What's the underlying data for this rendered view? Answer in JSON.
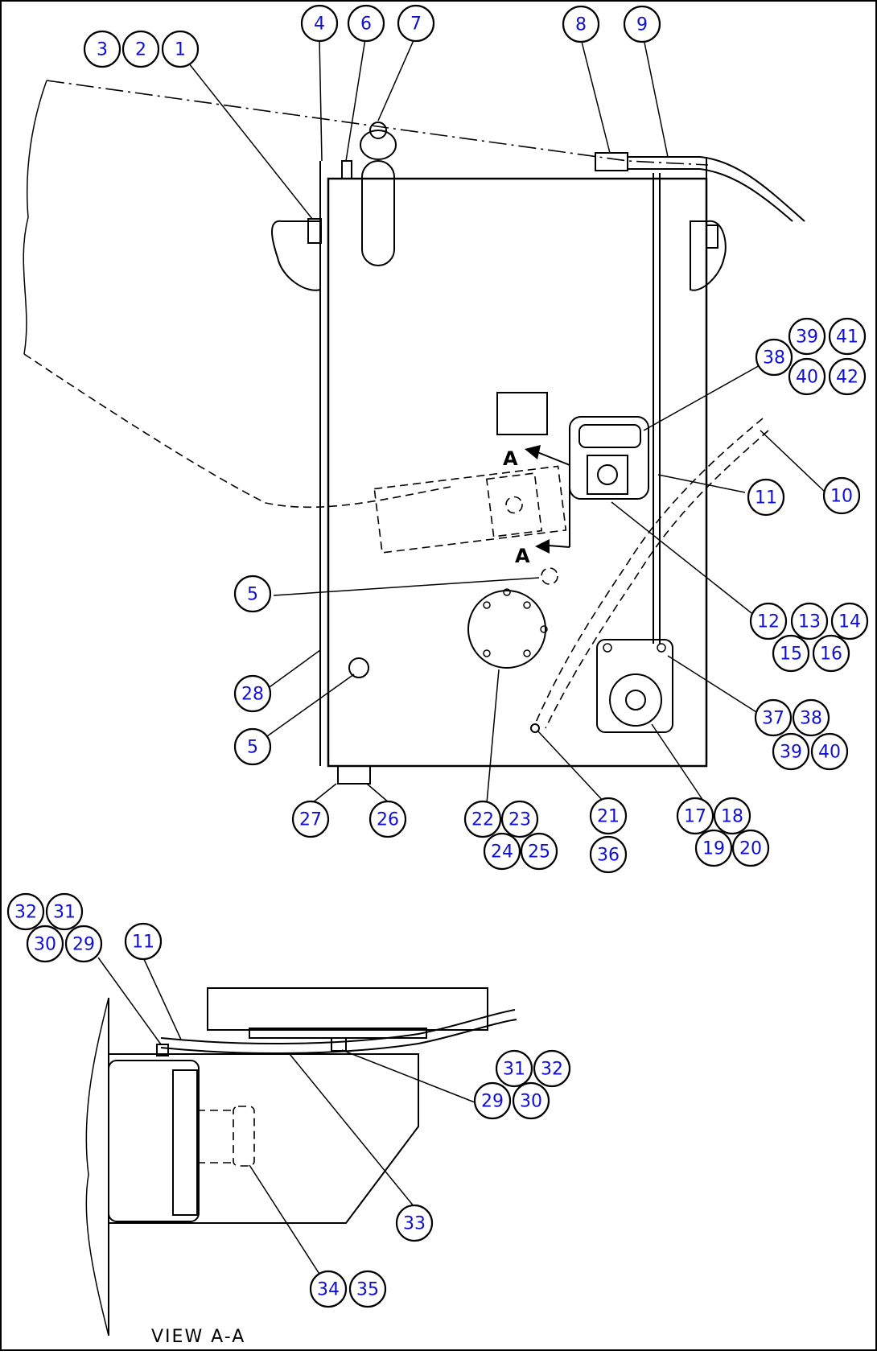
{
  "diagram": {
    "section_marks": [
      "A",
      "A"
    ],
    "view_label": "VIEW A-A",
    "callout_color": "#1010d0",
    "callouts": [
      {
        "n": "3"
      },
      {
        "n": "2"
      },
      {
        "n": "1"
      },
      {
        "n": "4"
      },
      {
        "n": "6"
      },
      {
        "n": "7"
      },
      {
        "n": "8"
      },
      {
        "n": "9"
      },
      {
        "n": "39"
      },
      {
        "n": "41"
      },
      {
        "n": "38"
      },
      {
        "n": "40"
      },
      {
        "n": "42"
      },
      {
        "n": "11"
      },
      {
        "n": "10"
      },
      {
        "n": "12"
      },
      {
        "n": "13"
      },
      {
        "n": "14"
      },
      {
        "n": "15"
      },
      {
        "n": "16"
      },
      {
        "n": "5"
      },
      {
        "n": "28"
      },
      {
        "n": "5"
      },
      {
        "n": "37"
      },
      {
        "n": "38"
      },
      {
        "n": "39"
      },
      {
        "n": "40"
      },
      {
        "n": "27"
      },
      {
        "n": "26"
      },
      {
        "n": "22"
      },
      {
        "n": "23"
      },
      {
        "n": "24"
      },
      {
        "n": "25"
      },
      {
        "n": "21"
      },
      {
        "n": "36"
      },
      {
        "n": "17"
      },
      {
        "n": "18"
      },
      {
        "n": "19"
      },
      {
        "n": "20"
      },
      {
        "n": "32"
      },
      {
        "n": "31"
      },
      {
        "n": "30"
      },
      {
        "n": "29"
      },
      {
        "n": "11"
      },
      {
        "n": "31"
      },
      {
        "n": "32"
      },
      {
        "n": "29"
      },
      {
        "n": "30"
      },
      {
        "n": "33"
      },
      {
        "n": "34"
      },
      {
        "n": "35"
      }
    ]
  }
}
